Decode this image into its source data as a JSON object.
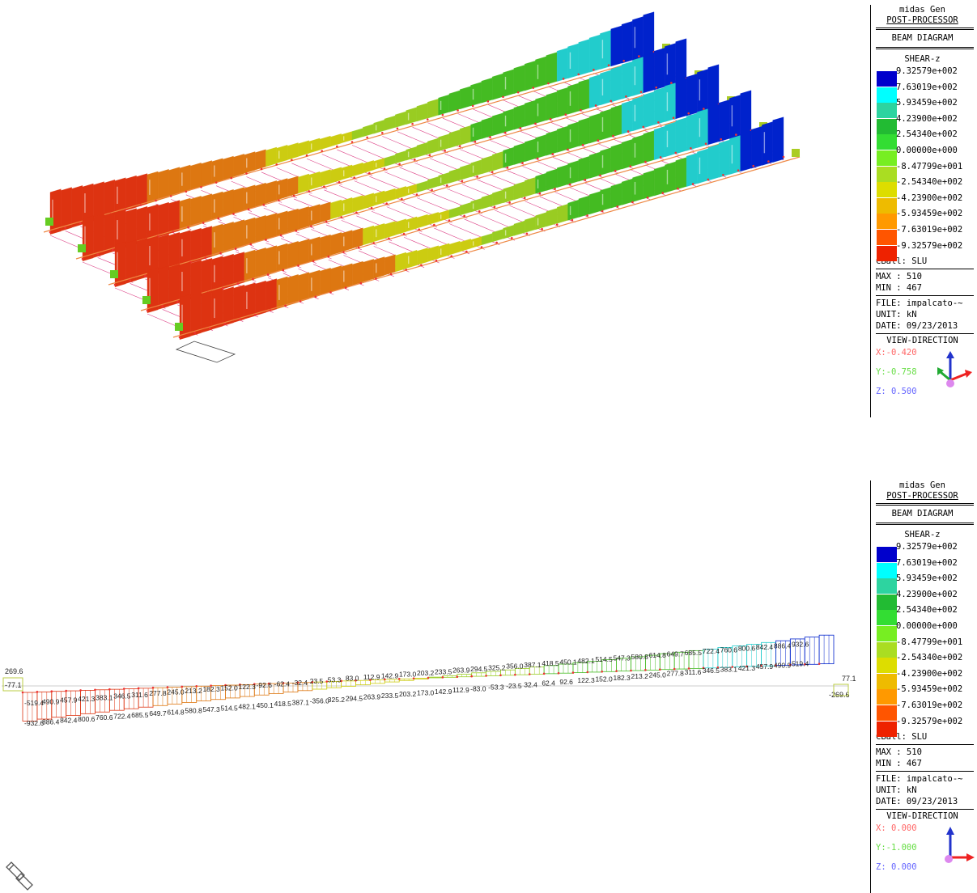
{
  "colors": {
    "scale": [
      "#0000cc",
      "#00ffff",
      "#2dd4a0",
      "#22bb33",
      "#33dd33",
      "#77ee22",
      "#aadd22",
      "#dddd00",
      "#eebb00",
      "#ff9900",
      "#ff5500",
      "#ee2200"
    ],
    "beam_blue": "#0022cc",
    "beam_cyan": "#22cccc",
    "beam_green": "#44bb22",
    "beam_lime": "#99cc22",
    "beam_yellow": "#cccc11",
    "beam_orange": "#dd7711",
    "beam_red": "#dd3311",
    "mesh_pink": "#dd4488",
    "node_red": "#ee3333",
    "view_x": "#ff6666",
    "view_y": "#66dd44",
    "view_z": "#6666ff"
  },
  "top_legend": {
    "title1": "midas Gen",
    "title2": "POST-PROCESSOR",
    "diagram": "BEAM DIAGRAM",
    "component": "SHEAR-z",
    "scale_values": [
      "9.32579e+002",
      "7.63019e+002",
      "5.93459e+002",
      "4.23900e+002",
      "2.54340e+002",
      "0.00000e+000",
      "-8.47799e+001",
      "-2.54340e+002",
      "-4.23900e+002",
      "-5.93459e+002",
      "-7.63019e+002",
      "-9.32579e+002"
    ],
    "cball": "CBall: SLU",
    "max": "MAX : 510",
    "min": "MIN : 467",
    "file": "FILE: impalcato-~",
    "unit": "UNIT: kN",
    "date": "DATE: 09/23/2013",
    "view_title": "VIEW-DIRECTION",
    "view_x": "X:-0.420",
    "view_y": "Y:-0.758",
    "view_z": "Z: 0.500",
    "axes_icon": "xyz-axes-icon"
  },
  "bottom_legend": {
    "title1": "midas Gen",
    "title2": "POST-PROCESSOR",
    "diagram": "BEAM DIAGRAM",
    "component": "SHEAR-z",
    "scale_values": [
      "9.32579e+002",
      "7.63019e+002",
      "5.93459e+002",
      "4.23900e+002",
      "2.54340e+002",
      "0.00000e+000",
      "-8.47799e+001",
      "-2.54340e+002",
      "-4.23900e+002",
      "-5.93459e+002",
      "-7.63019e+002",
      "-9.32579e+002"
    ],
    "cball": "CBall: SLU",
    "max": "MAX : 510",
    "min": "MIN : 467",
    "file": "FILE: impalcato-~",
    "unit": "UNIT: kN",
    "date": "DATE: 09/23/2013",
    "view_title": "VIEW-DIRECTION",
    "view_x": "X: 0.000",
    "view_y": "Y:-1.000",
    "view_z": "Z: 0.000",
    "axes_icon": "xyz-axes-icon"
  },
  "beam_elevation": {
    "left_end_top": "269.6",
    "left_end_bottom": "-77.1",
    "right_end_top": "77.1",
    "right_end_bottom": "-269.6",
    "upper_labels": [
      "-519.4",
      "490.9",
      "457.9",
      "421.3",
      "383.1",
      "346.5",
      "311.6",
      "277.8",
      "245.0",
      "213.2",
      "182.3",
      "152.0",
      "122.3",
      "-92.6",
      "-62.4",
      "-32.4",
      "23.5",
      "53.3",
      "83.0",
      "112.9",
      "142.9",
      "173.0",
      "203.2",
      "233.5",
      "263.9",
      "294.5",
      "325.2",
      "356.0",
      "387.1",
      "418.5",
      "450.1",
      "482.1",
      "514.5",
      "547.3",
      "580.8",
      "614.8",
      "649.7",
      "685.5",
      "722.4",
      "760.6",
      "800.6",
      "842.4",
      "886.4",
      "932.6"
    ],
    "lower_labels": [
      "-932.6",
      "886.4",
      "842.4",
      "800.6",
      "760.6",
      "722.4",
      "685.5",
      "649.7",
      "614.8",
      "580.8",
      "547.3",
      "514.5",
      "482.1",
      "450.1",
      "418.5",
      "387.1",
      "-356.0",
      "325.2",
      "294.5",
      "263.9",
      "233.5",
      "203.2",
      "173.0",
      "142.9",
      "112.9",
      "-83.0",
      "-53.3",
      "-23.5",
      "32.4",
      "62.4",
      "92.6",
      "122.3",
      "152.0",
      "182.3",
      "213.2",
      "245.0",
      "277.8",
      "311.6",
      "346.5",
      "383.1",
      "421.3",
      "457.9",
      "490.9",
      "519.4"
    ],
    "shear_values": [
      -932.6,
      -886.4,
      -842.4,
      -800.6,
      -760.6,
      -722.4,
      -685.5,
      -649.7,
      -614.8,
      -580.8,
      -547.3,
      -514.5,
      -482.1,
      -450.1,
      -418.5,
      -387.1,
      -356.0,
      -325.2,
      -294.5,
      -263.9,
      -233.5,
      -203.2,
      -173.0,
      -142.9,
      -112.9,
      -83.0,
      -53.3,
      -23.5,
      23.5,
      53.3,
      83.0,
      112.9,
      142.9,
      173.0,
      203.2,
      233.5,
      263.9,
      294.5,
      325.2,
      356.0,
      387.1,
      418.5,
      450.1,
      482.1,
      514.5,
      547.3,
      580.8,
      614.8,
      649.7,
      685.5,
      722.4,
      760.6,
      800.6,
      842.4,
      886.4,
      932.6
    ]
  },
  "screen_icon": "pencil-eraser-icon"
}
